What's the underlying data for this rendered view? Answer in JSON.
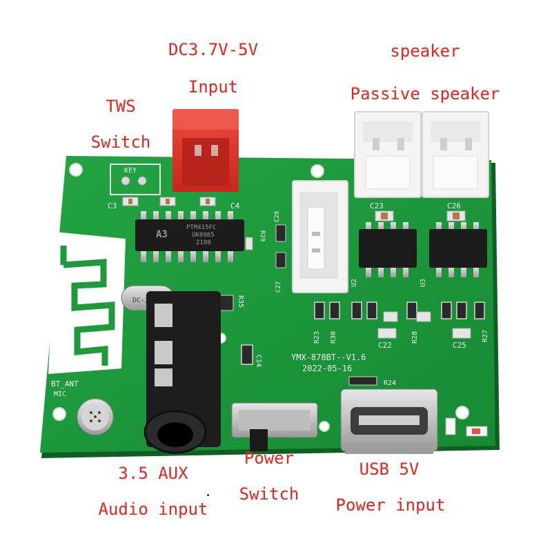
{
  "labels": {
    "dc_input_top": "DC3.7V-5V",
    "dc_input_bottom": "Input",
    "tws_top": "TWS",
    "tws_bottom": "Switch",
    "speaker_top": "speaker",
    "speaker_bottom": "Passive speaker",
    "aux_top": "3.5 AUX",
    "aux_bottom": "Audio input",
    "power_top": "Power",
    "power_bottom": "Switch",
    "usb_top": "USB 5V",
    "usb_bottom": "Power input"
  },
  "silkscreen": {
    "key": "KEY",
    "c3": "C3",
    "c4": "C4",
    "c28": "C28",
    "c27": "C27",
    "c23": "C23",
    "c26": "C26",
    "r29": "R29",
    "r35": "R35",
    "u2": "U2",
    "u3": "U3",
    "r23": "R23",
    "r30": "R30",
    "r28": "R28",
    "c22": "C22",
    "c25": "C25",
    "r27": "R27",
    "c14": "C14",
    "r24": "R24",
    "bt_ant": "BT_ANT",
    "mic": "MIC",
    "model": "YMX-878BT--V1.6",
    "date": "2022-05-16",
    "crystal": "DC-26M"
  },
  "chip_text": {
    "main_line1": "PTM415FC",
    "main_line2": "UK0985",
    "main_line3": "2108",
    "main_logo": "A3"
  },
  "colors": {
    "pcb": "#1e9a3c",
    "callout": "#e8231c",
    "connector_white": "#f4f4f4",
    "connector_red": "#e0322a"
  }
}
